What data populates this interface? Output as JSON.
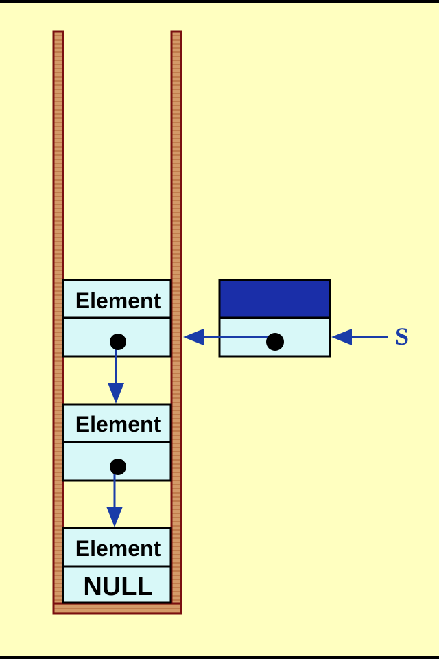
{
  "nodes": [
    {
      "element_label": "Element",
      "next": "pointer"
    },
    {
      "element_label": "Element",
      "next": "pointer"
    },
    {
      "element_label": "Element",
      "next_label": "NULL"
    }
  ],
  "stack_pointer": {
    "label": "S"
  },
  "colors": {
    "background": "#ffffc0",
    "cell_fill": "#d8f8f8",
    "wall": "#c8885a",
    "wall_border": "#7a1010",
    "arrow": "#1a3ca8",
    "header_fill": "#1a2ea8"
  }
}
